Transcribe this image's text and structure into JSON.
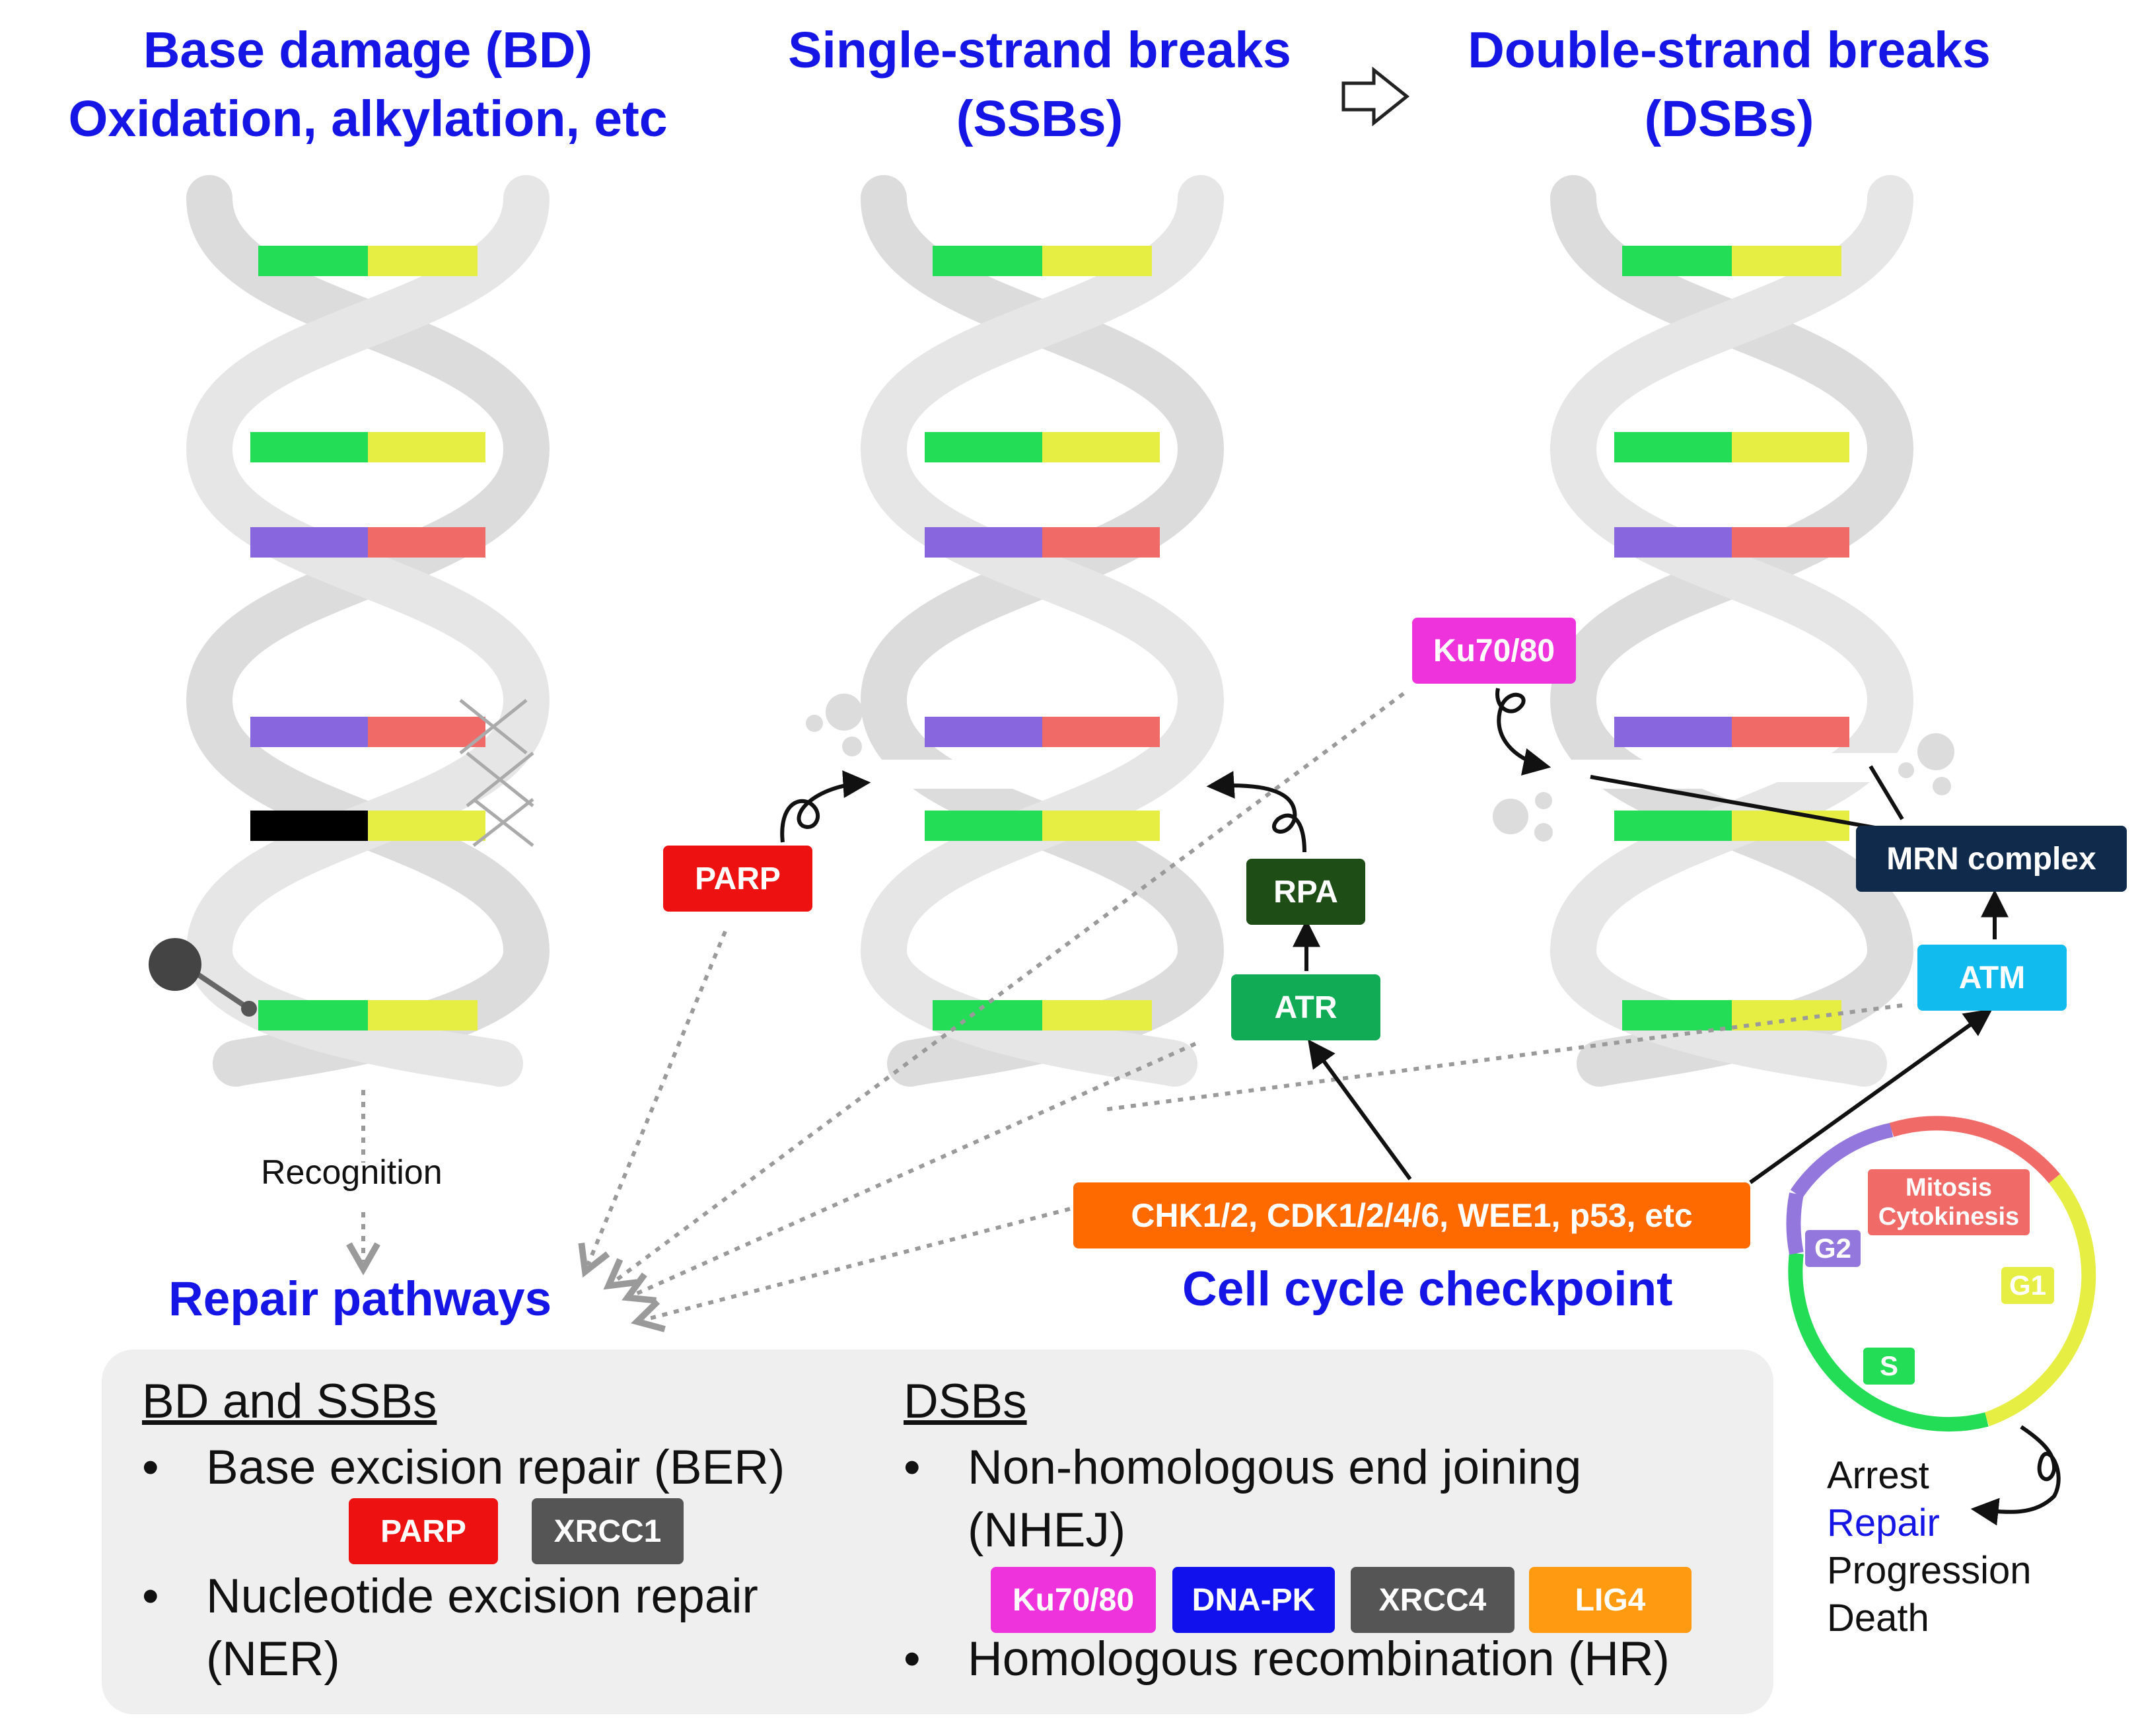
{
  "headings": {
    "bd_line1": "Base damage (BD)",
    "bd_line2": "Oxidation, alkylation, etc",
    "ssb_line1": "Single-strand breaks",
    "ssb_line2": "(SSBs)",
    "dsb_line1": "Double-strand breaks",
    "dsb_line2": "(DSBs)"
  },
  "labels": {
    "recognition": "Recognition",
    "repair_pathways": "Repair pathways",
    "cell_cycle_checkpoint": "Cell cycle checkpoint"
  },
  "proteins": {
    "parp": "PARP",
    "ku": "Ku70/80",
    "rpa": "RPA",
    "atr": "ATR",
    "mrn": "MRN complex",
    "atm": "ATM",
    "checkpoint": "CHK1/2, CDK1/2/4/6, WEE1, p53, etc"
  },
  "repair_box": {
    "bd_ssb_title": "BD and SSBs",
    "ber": "Base excision repair (BER)",
    "ner_line1": "Nucleotide excision repair",
    "ner_line2": "(NER)",
    "ber_tags": [
      "PARP",
      "XRCC1"
    ],
    "dsb_title": "DSBs",
    "nhej_line1": "Non-homologous end joining",
    "nhej_line2": "(NHEJ)",
    "nhej_tags": [
      "Ku70/80",
      "DNA-PK",
      "XRCC4",
      "LIG4"
    ],
    "hr": "Homologous recombination (HR)",
    "bullet": "•"
  },
  "cell_cycle": {
    "phases": [
      "Mitosis",
      "Cytokinesis",
      "G2",
      "G1",
      "S"
    ],
    "outcomes": [
      "Arrest",
      "Repair",
      "Progression",
      "Death"
    ]
  },
  "colors": {
    "heading_blue": "#1515e6",
    "parp_red": "#ee1111",
    "ku_magenta": "#ee33dd",
    "rpa_dark_green": "#1e4d16",
    "atr_green": "#11aa55",
    "mrn_navy": "#0f2a4a",
    "atm_cyan": "#11bbee",
    "checkpoint_orange": "#ff6a00",
    "xrcc_gray": "#555555",
    "dnapk_blue": "#1111ee",
    "lig4_orange": "#ff9a11",
    "base_green": "#22dd55",
    "base_yellow": "#e6ee44",
    "base_purple": "#8866dd",
    "base_red": "#f06a68",
    "base_black": "#000000"
  }
}
